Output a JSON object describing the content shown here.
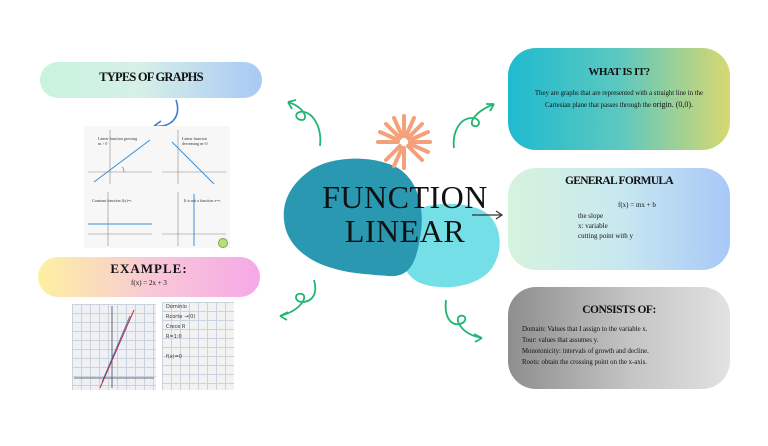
{
  "center": {
    "line1": "FUNCTION",
    "line2": "LINEAR"
  },
  "types": {
    "title": "TYPES OF GRAPHS",
    "graphs": [
      {
        "label": "Linear function growing m > 0"
      },
      {
        "label": "Linear function decreasing m<0"
      },
      {
        "label": "Constant function f(x)=c"
      },
      {
        "label": "It is not a function x=c"
      }
    ]
  },
  "example": {
    "title": "EXAMPLE:",
    "formula": "f(x) = 2x + 3",
    "notes": [
      "Dominio",
      "Rcorte →(0)",
      "Crece R",
      "R=1:0",
      "f(x)=0"
    ]
  },
  "what": {
    "title": "WHAT IS IT?",
    "text": "They are graphs that are represented with a straight line in the Cartesian plane that passes through the",
    "origin": "origin. (0,0)."
  },
  "formula": {
    "title": "GENERAL FORMULA",
    "equation": "f(x) = mx + b",
    "lines": [
      "the slope",
      "x: variable",
      "cutting point with y"
    ]
  },
  "consists": {
    "title": "CONSISTS OF:",
    "lines": [
      "Domain: Values that I assign to the variable x.",
      "Tour: values that assumes y.",
      "Monotonicity: intervals of growth and decline.",
      "Roots: obtain the crossing point on the x-axis."
    ]
  },
  "colors": {
    "blob_dark": "#2b9bb3",
    "blob_light": "#6fe0e6",
    "arrow_green": "#22b573",
    "sun_orange": "#f4a07a"
  }
}
